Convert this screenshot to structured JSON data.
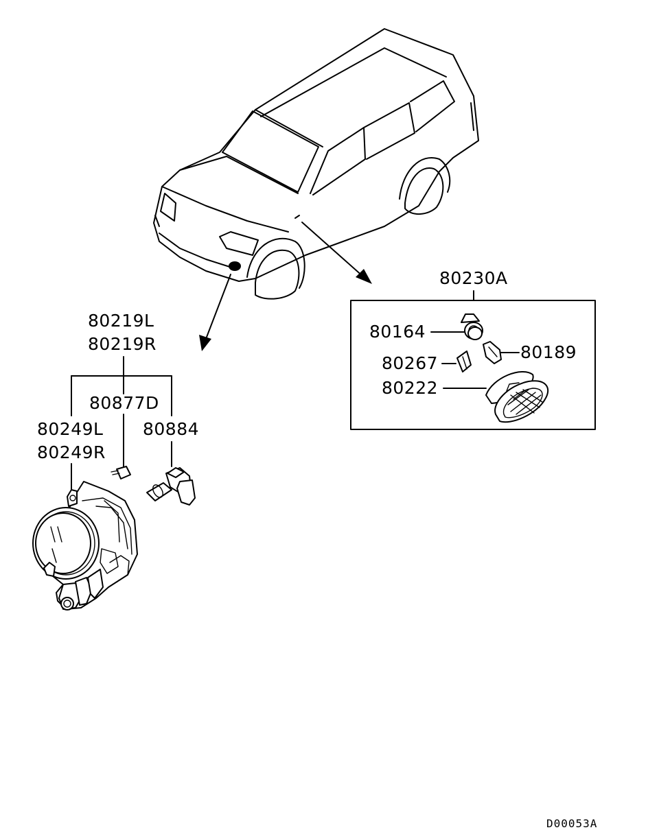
{
  "diagram": {
    "labels": {
      "assembly_a": "80230A",
      "part_80164": "80164",
      "part_80267": "80267",
      "part_80222": "80222",
      "part_80189": "80189",
      "fog_l": "80219L",
      "fog_r": "80219R",
      "screw": "80877D",
      "bulb": "80884",
      "housing_l": "80249L",
      "housing_r": "80249R"
    },
    "drawing_code": "D00053A"
  }
}
